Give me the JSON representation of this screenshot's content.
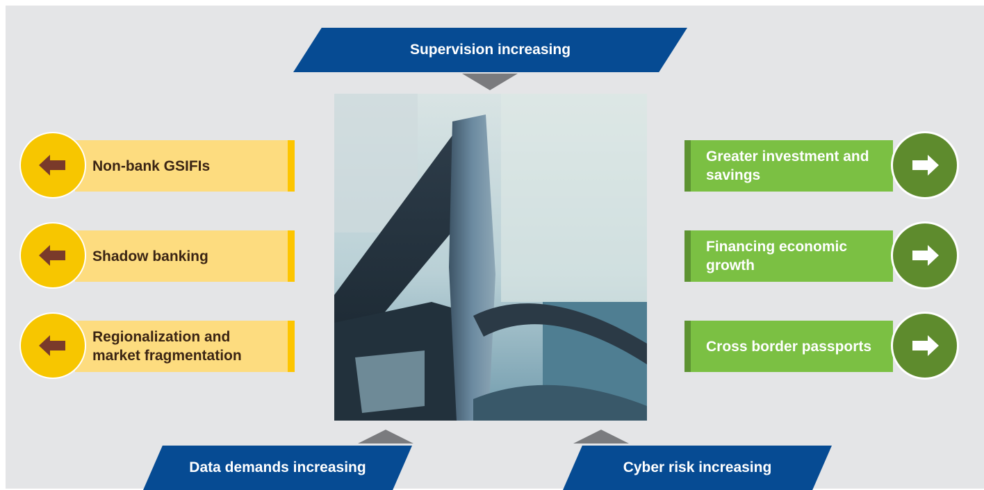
{
  "banners": {
    "top": "Supervision increasing",
    "bottom_left": "Data demands increasing",
    "bottom_right": "Cyber risk increasing"
  },
  "left_items": [
    {
      "label": "Non-bank GSIFIs",
      "icon": "arrow-left-icon"
    },
    {
      "label": "Shadow banking",
      "icon": "arrow-left-icon"
    },
    {
      "label": "Regionalization and market fragmentation",
      "icon": "arrow-left-icon"
    }
  ],
  "right_items": [
    {
      "label": "Greater investment and savings",
      "icon": "arrow-right-icon"
    },
    {
      "label": "Financing economic growth",
      "icon": "arrow-right-icon"
    },
    {
      "label": "Cross border passports",
      "icon": "arrow-right-icon"
    }
  ],
  "colors": {
    "background": "#e4e5e7",
    "banner": "#064b93",
    "left_box": "#fddc7f",
    "left_accent": "#fdc500",
    "left_arrow": "#7a3a2a",
    "right_box": "#7bc043",
    "right_accent": "#5d9332",
    "right_circle": "#5e8b2d",
    "connector": "#7a7b7e"
  },
  "photo": {
    "description_icon": "building-glass-facade-image"
  }
}
